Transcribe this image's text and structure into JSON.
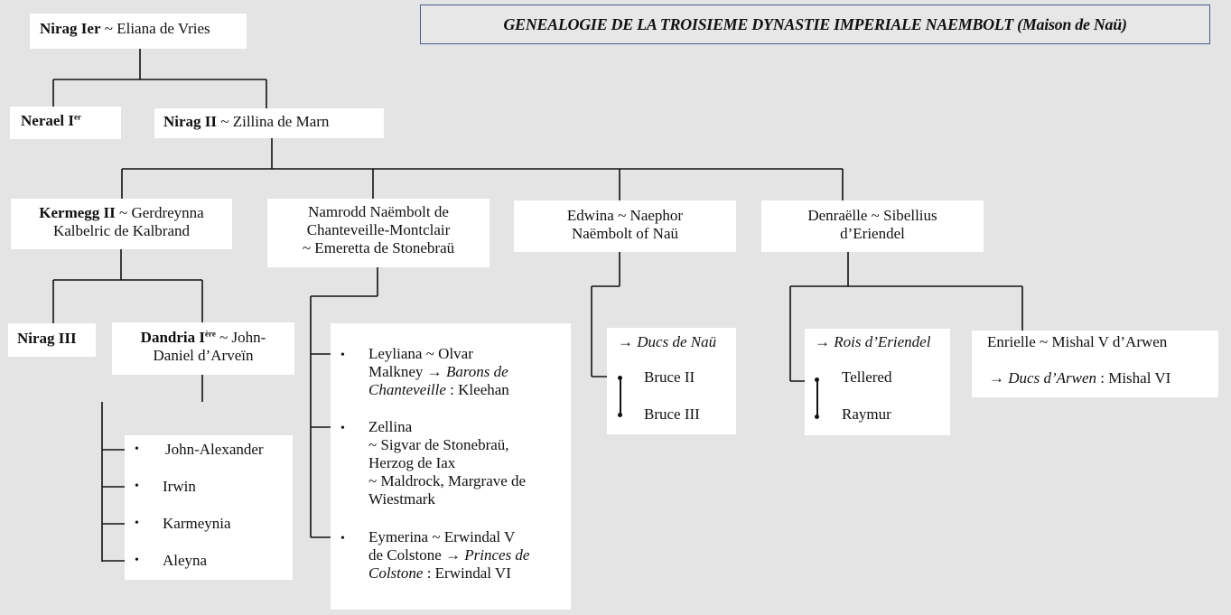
{
  "title": {
    "main": "GENEALOGIE DE LA TROISIEME DYNASTIE IMPERIALE NAEMBOLT",
    "house": "(Maison de Naü)"
  },
  "gen1": {
    "name": "Nirag Ier",
    "spouse": "~ Eliana de Vries"
  },
  "gen2": {
    "nerael": {
      "name": "Nerael I",
      "sup": "er"
    },
    "nirag2": {
      "name": "Nirag II",
      "spouse": "~ Zillina de Marn"
    }
  },
  "gen3": {
    "kermegg": {
      "name": "Kermegg II",
      "line1_rest": "~ Gerdreynna",
      "line2": "Kalbelric de Kalbrand"
    },
    "namrodd": {
      "line1": "Namrodd Naëmbolt de",
      "line2": "Chanteveille-Montclair",
      "line3": "~ Emeretta de Stonebraü"
    },
    "edwina": {
      "line1": "Edwina ~ Naephor",
      "line2": "Naëmbolt of Naü"
    },
    "denraelle": {
      "line1": "Denraëlle ~ Sibellius",
      "line2": "d’Eriendel"
    }
  },
  "gen4": {
    "nirag3": "Nirag III",
    "dandria": {
      "name": "Dandria I",
      "sup": "ère",
      "line1_rest": "~ John-",
      "line2": "Daniel d’Arveïn"
    }
  },
  "dandria_children": [
    "John-Alexander",
    "Irwin",
    "Karmeynia",
    "Aleyna"
  ],
  "namrodd_children": {
    "leyliana": {
      "l1": "Leyliana ~ Olvar",
      "l2a": "Malkney →",
      "l2b": "Barons de",
      "l3a": "Chanteveille",
      "l3b": ": Kleehan"
    },
    "zellina": {
      "l1": "Zellina",
      "l2": "~ Sigvar de Stonebraü,",
      "l3": "Herzog de Iax",
      "l4": "~ Maldrock, Margrave de",
      "l5": "Wiestmark"
    },
    "eymerina": {
      "l1": "Eymerina ~ Erwindal V",
      "l2a": "de Colstone →",
      "l2b": "Princes de",
      "l3a": "Colstone",
      "l3b": ": Erwindal VI"
    }
  },
  "naü": {
    "arrow": "→",
    "label": "Ducs de Naü",
    "items": [
      "Bruce II",
      "Bruce III"
    ]
  },
  "eriendel": {
    "arrow": "→",
    "label": "Rois d’Eriendel",
    "items": [
      "Tellered",
      "Raymur"
    ]
  },
  "enrielle": {
    "line1": "Enrielle ~ Mishal V d’Arwen",
    "arrow": "→",
    "label": "Ducs d’Arwen",
    "rest": ": Mishal VI"
  },
  "bullet_char": "•",
  "colors": {
    "background": "#e4e4e4",
    "box": "#ffffff",
    "line": "#111111",
    "title_border": "#4a5d8a"
  }
}
